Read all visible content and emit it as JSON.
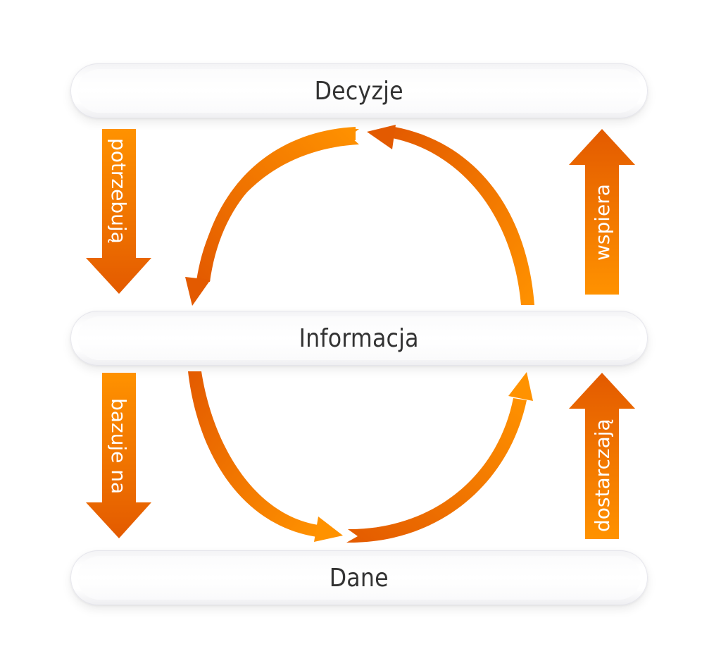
{
  "levels": {
    "top": "Decyzje",
    "middle": "Informacja",
    "bottom": "Dane"
  },
  "side_arrows": {
    "left_upper": {
      "label": "potrzebują",
      "direction": "down"
    },
    "left_lower": {
      "label": "bazuje na",
      "direction": "down"
    },
    "right_upper": {
      "label": "wspiera",
      "direction": "up"
    },
    "right_lower": {
      "label": "dostarczają",
      "direction": "up"
    }
  },
  "colors": {
    "orange_light": "#ff9200",
    "orange_dark": "#e35a00",
    "text": "#333333",
    "arrow_text": "#ffffff"
  }
}
